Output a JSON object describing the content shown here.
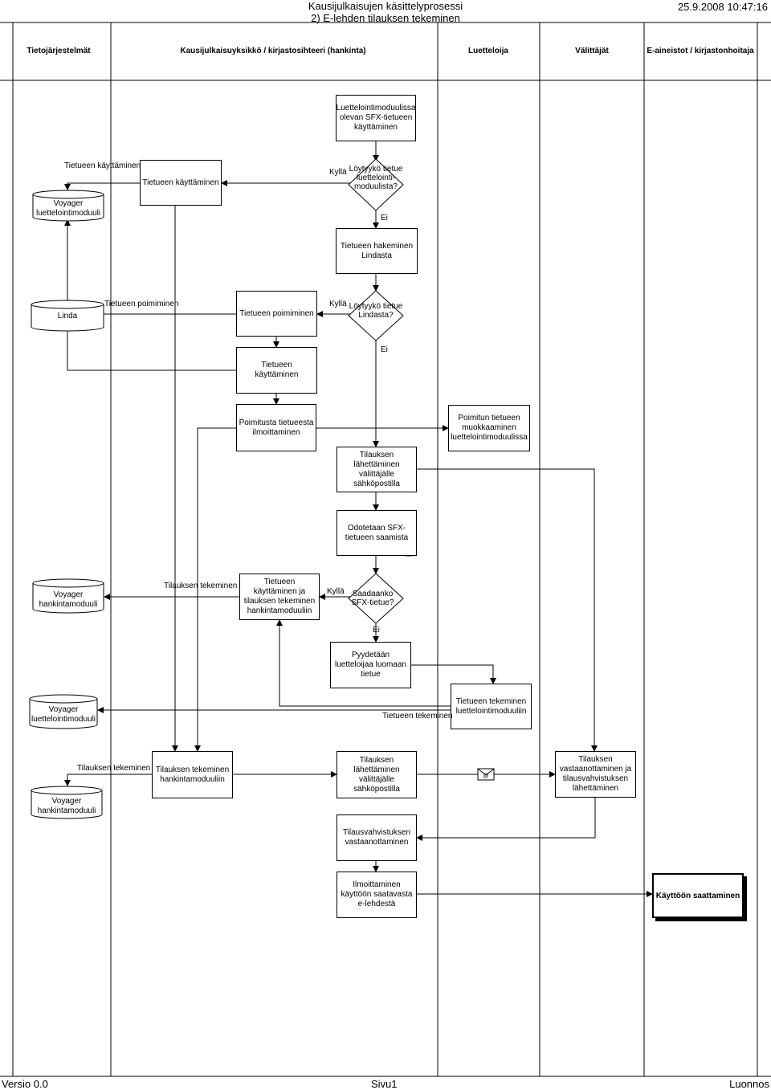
{
  "header": {
    "title_line1": "Kausijulkaisujen käsittelyprosessi",
    "title_line2": "2) E-lehden tilauksen tekeminen",
    "datetime": "25.9.2008 10:47:16"
  },
  "lanes": [
    "Tietojärjestelmät",
    "Kausijulkaisuyksikkö / kirjastosihteeri (hankinta)",
    "Luetteloija",
    "Välittäjät",
    "E-aineistot / kirjastonhoitaja"
  ],
  "boxes": {
    "b1": "Luettelointimoduulissa olevan SFX-tietueen käyttäminen",
    "b2": "Tietueen käyttäminen",
    "b3": "Tietueen hakeminen Lindasta",
    "b4": "Tietueen poimiminen",
    "b5": "Tietueen käyttäminen",
    "b6": "Poimitusta tietueesta ilmoittaminen",
    "b7": "Poimitun tietueen muokkaaminen luettelointimoduulissa",
    "b8": "Tilauksen lähettäminen välittäjälle sähköpostilla",
    "b9": "Odotetaan SFX-tietueen saamista",
    "b10": "Tietueen käyttäminen ja tilauksen tekeminen hankintamoduuliin",
    "b11": "Pyydetään luetteloijaa luomaan tietue",
    "b12": "Tietueen tekeminen luettelointimoduuliin",
    "b13": "Tilauksen tekeminen hankintamoduuliin",
    "b14": "Tilauksen lähettäminen välittäjälle sähköpostilla",
    "b15": "Tilauksen vastaanottaminen ja tilausvahvistuksen lähettäminen",
    "b16": "Tilausvahvistuksen vastaanottaminen",
    "b17": "Ilmoittaminen käyttöön saatavasta e-lehdestä",
    "b18": "Käyttöön saattaminen"
  },
  "decisions": {
    "d1": "Löytyykö tietue luettelointi- moduulista?",
    "d2": "Löytyykö tietue Lindasta?",
    "d3": "Saadaanko SFX-tietue?"
  },
  "databases": {
    "db1": "Voyager luettelointimoduuli",
    "db2": "Linda",
    "db3": "Voyager hankintamoduuli",
    "db4": "Voyager luettelointimoduuli",
    "db5": "Voyager hankintamoduuli"
  },
  "labels": {
    "l_tk1": "Tietueen käyttäminen",
    "l_tp": "Tietueen poimiminen",
    "l_tilt1": "Tilauksen tekeminen",
    "l_tt": "Tietueen tekeminen",
    "l_tilt2": "Tilauksen tekeminen",
    "kylla": "Kyllä",
    "ei": "Ei"
  },
  "footer": {
    "version": "Versio 0.0",
    "page": "Sivu1",
    "status": "Luonnos"
  }
}
